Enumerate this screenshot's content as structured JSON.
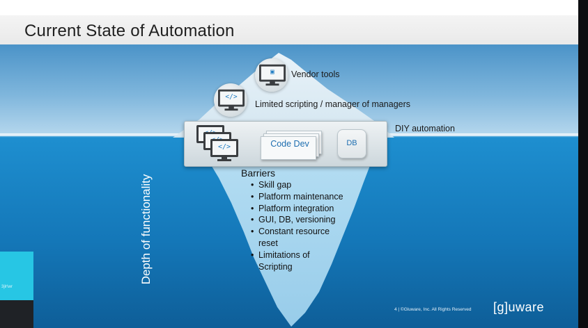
{
  "slide": {
    "title": "Current State of Automation",
    "layers": {
      "vendor_tools": "Vendor tools",
      "limited_scripting": "Limited scripting / manager of managers",
      "diy_automation": "DIY automation"
    },
    "card": {
      "code_dev": "Code Dev",
      "db": "DB"
    },
    "barriers": {
      "title": "Barriers",
      "items": [
        "Skill gap",
        "Platform maintenance",
        "Platform integration",
        "GUI, DB, versioning",
        "Constant resource reset",
        "Limitations of Scripting"
      ]
    },
    "depth_label": "Depth of functionality",
    "footer": "4  |  ©Gluware, Inc. All Rights Reserved",
    "logo": "[g]uware",
    "icons": {
      "monitor": "code-monitor-icon",
      "db": "database-icon",
      "document": "document-stack-icon"
    },
    "colors": {
      "sky": "#7fb6dc",
      "sea": "#1477b8",
      "accent_blue": "#1e7cc3",
      "overlay_cyan": "#27c6e4"
    }
  },
  "overlay": {
    "caption": "3jlr\\wr"
  }
}
